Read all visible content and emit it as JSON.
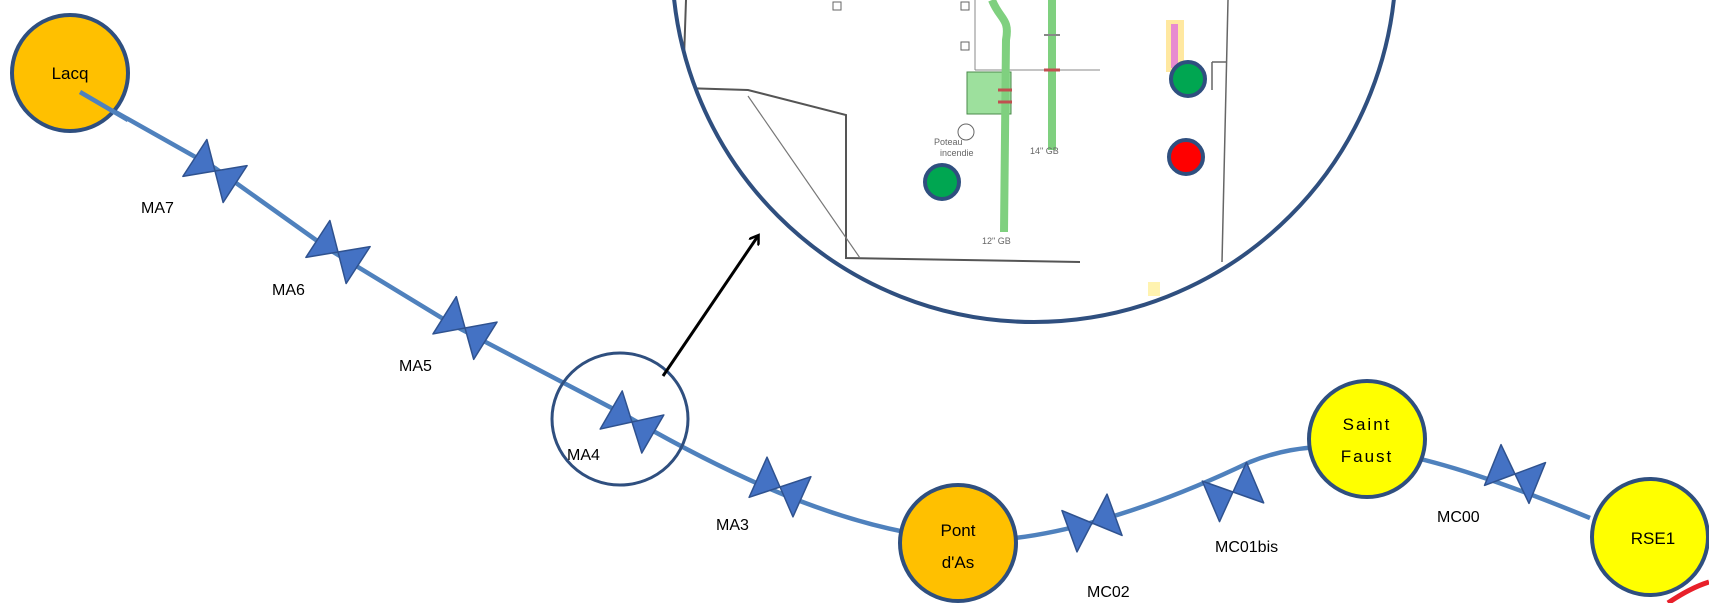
{
  "diagram": {
    "pipeline_color": "#4f81bd",
    "valve_color": "#4472c4",
    "outline_color": "#2f4f7f",
    "nodes": [
      {
        "id": "lacq",
        "label": "Lacq",
        "color": "#ffc000"
      },
      {
        "id": "pont-d-as",
        "label_line1": "Pont",
        "label_line2": "d'As",
        "color": "#ffc000"
      },
      {
        "id": "saint-faust",
        "label_line1": "Saint",
        "label_line2": "Faust",
        "color": "#ffff00"
      },
      {
        "id": "rse1",
        "label": "RSE1",
        "color": "#ffff00"
      }
    ],
    "valves": [
      {
        "id": "ma7",
        "label": "MA7"
      },
      {
        "id": "ma6",
        "label": "MA6"
      },
      {
        "id": "ma5",
        "label": "MA5"
      },
      {
        "id": "ma4",
        "label": "MA4"
      },
      {
        "id": "ma3",
        "label": "MA3"
      },
      {
        "id": "mc02",
        "label": "MC02"
      },
      {
        "id": "mc01bis",
        "label": "MC01bis"
      },
      {
        "id": "mc00",
        "label": "MC00"
      }
    ],
    "zoom_inset": {
      "plan_labels": [
        "Poteau",
        "incendie",
        "14\" GB",
        "12\" GB"
      ],
      "status_dots": [
        {
          "id": "green-dot-left",
          "color": "#00a651"
        },
        {
          "id": "green-dot-right",
          "color": "#00a651"
        },
        {
          "id": "red-dot",
          "color": "#ff0000"
        }
      ]
    }
  }
}
